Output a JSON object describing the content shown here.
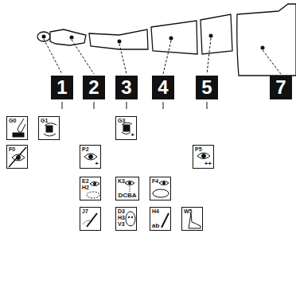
{
  "diagram": {
    "nodes": [
      {
        "text": [
          "1"
        ]
      },
      {
        "text": [
          "2"
        ]
      },
      {
        "text": [
          "3"
        ]
      },
      {
        "text": [
          "4"
        ]
      },
      {
        "text": [
          "5"
        ]
      },
      {
        "text": [
          "7"
        ]
      },
      {
        "text": [
          "G0"
        ]
      },
      {
        "text": [
          "G1"
        ]
      },
      {
        "text": [
          "G3",
          "+"
        ]
      },
      {
        "text": [
          "F0"
        ]
      },
      {
        "text": [
          "P2",
          "+"
        ]
      },
      {
        "text": [
          "P5",
          "++"
        ]
      },
      {
        "text": [
          "E2 H2"
        ]
      },
      {
        "text": [
          "K3",
          "DCBA"
        ]
      },
      {
        "text": [
          "F4"
        ]
      },
      {
        "text": [
          "J7"
        ]
      },
      {
        "text": [
          "D3 H3 V3"
        ]
      },
      {
        "text": [
          "H4",
          "ab"
        ]
      },
      {
        "text": [
          "W5"
        ]
      }
    ]
  }
}
